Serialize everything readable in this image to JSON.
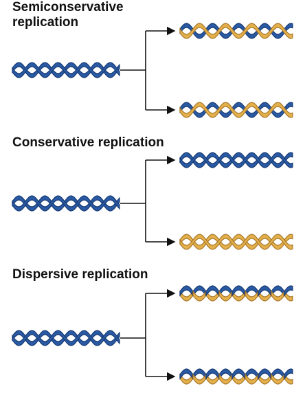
{
  "colors": {
    "blue_strand": "#2a5aa3",
    "blue_dark": "#173a73",
    "gold_strand": "#e3b04b",
    "gold_dark": "#a9782a",
    "arrow": "#111111",
    "text": "#111111"
  },
  "panels": [
    {
      "title_lines": [
        "Semiconservative",
        "replication"
      ],
      "parent": "blue/blue",
      "daughters": [
        "gold/blue",
        "gold/blue"
      ]
    },
    {
      "title_lines": [
        "Conservative replication"
      ],
      "parent": "blue/blue",
      "daughters": [
        "blue/blue",
        "gold/gold"
      ]
    },
    {
      "title_lines": [
        "Dispersive replication"
      ],
      "parent": "blue/blue",
      "daughters": [
        "mixed",
        "mixed"
      ]
    }
  ]
}
